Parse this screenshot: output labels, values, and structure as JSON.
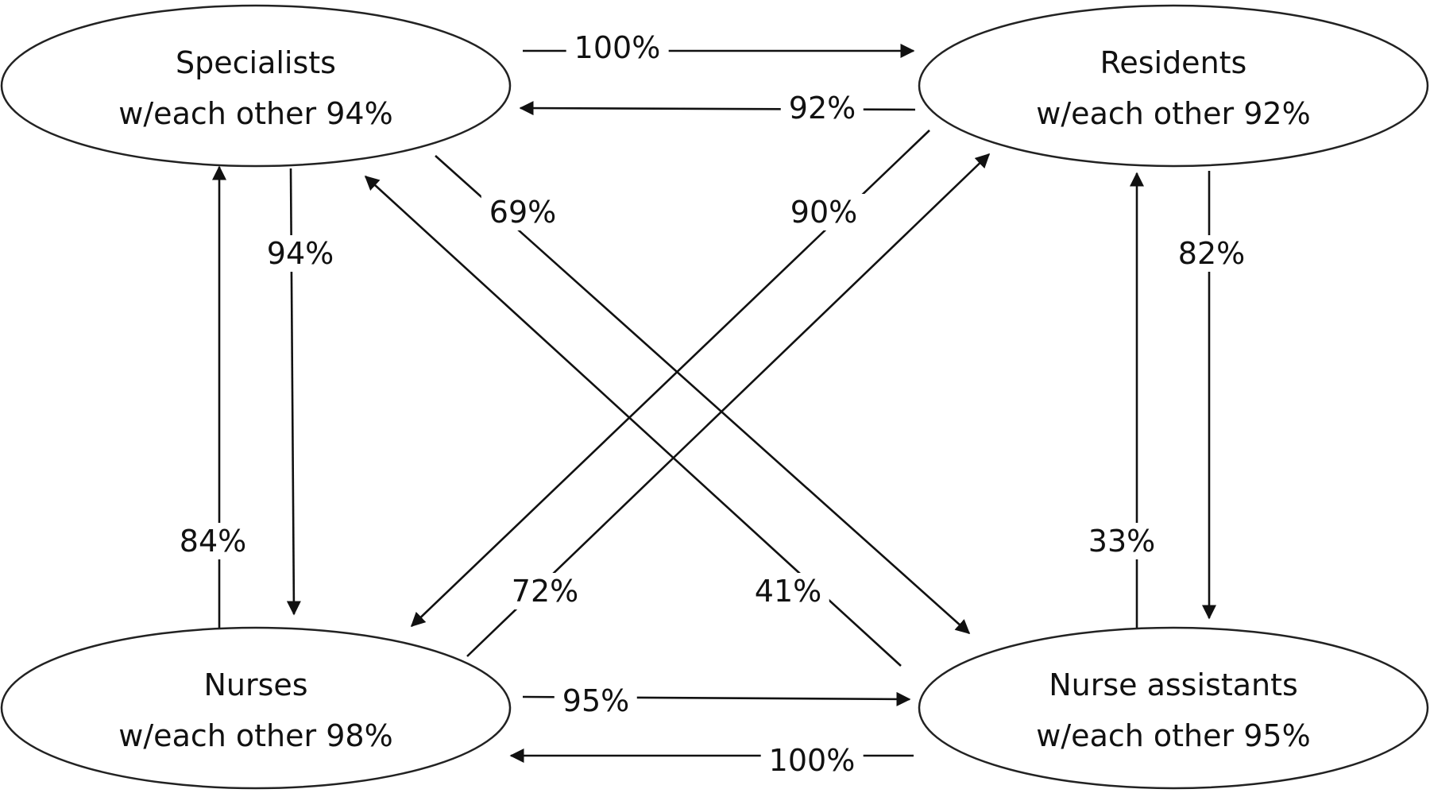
{
  "nodes": {
    "specialists": {
      "name": "Specialists",
      "sub": "w/each other 94%"
    },
    "residents": {
      "name": "Residents",
      "sub": "w/each other 92%"
    },
    "nurses": {
      "name": "Nurses",
      "sub": "w/each other 98%"
    },
    "nurse_assistants": {
      "name": "Nurse assistants",
      "sub": "w/each other 95%"
    }
  },
  "edges": {
    "specialists_to_residents": "100%",
    "residents_to_specialists": "92%",
    "specialists_to_nurses": "94%",
    "nurses_to_specialists": "84%",
    "specialists_to_nurse_assistants": "69%",
    "nurse_assistants_to_specialists": "41%",
    "residents_to_nurses": "90%",
    "nurses_to_residents": "72%",
    "residents_to_nurse_assistants": "82%",
    "nurse_assistants_to_residents": "33%",
    "nurses_to_nurse_assistants": "95%",
    "nurse_assistants_to_nurses": "100%"
  }
}
